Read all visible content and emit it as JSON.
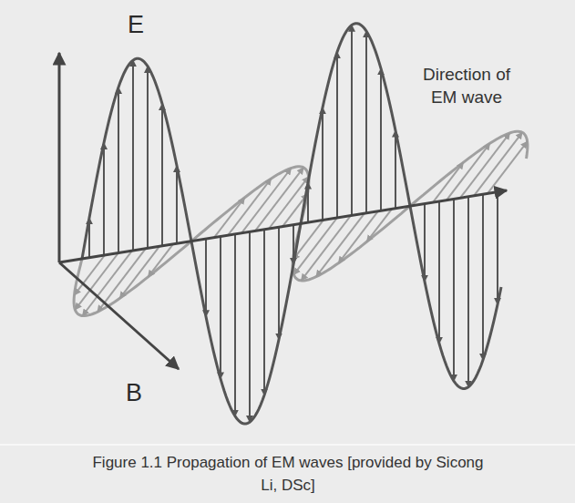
{
  "diagram": {
    "caption": "Figure 1.1 Propagation of EM waves [provided by Sicong Li, DSc]",
    "labels": [
      "E",
      "Direction of EM wave",
      "B"
    ]
  }
}
